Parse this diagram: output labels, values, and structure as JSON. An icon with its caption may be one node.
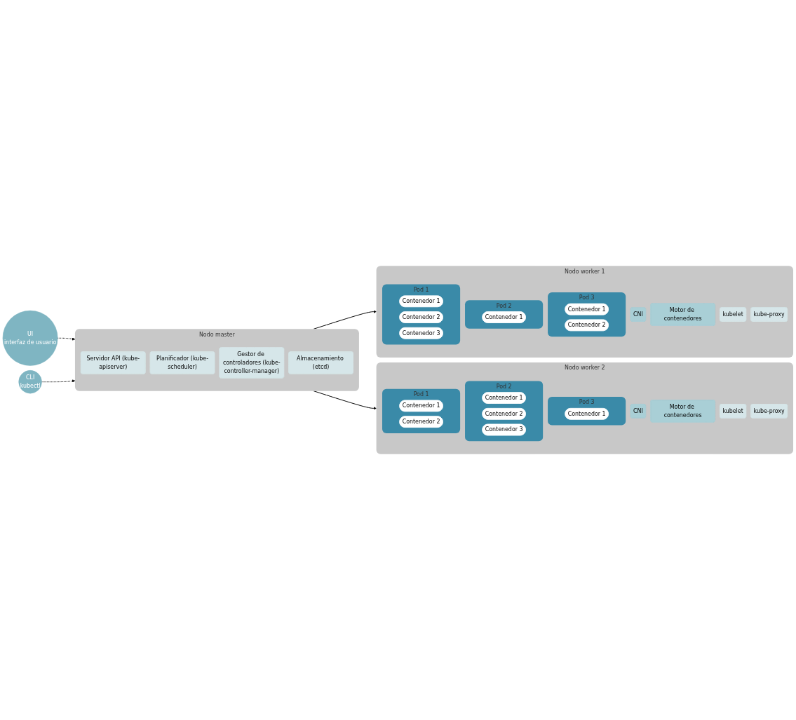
{
  "diagram": {
    "nodes": [
      {
        "text": [
          "Nodo worker 1"
        ]
      },
      {
        "text": [
          "Pod 1"
        ],
        "in": 0
      },
      {
        "text": [
          "Contenedor 1"
        ],
        "in": 1
      },
      {
        "text": [
          "Contenedor 2"
        ],
        "in": 1
      },
      {
        "text": [
          "Contenedor 3"
        ],
        "in": 1
      },
      {
        "text": [
          "Pod 2"
        ],
        "in": 0
      },
      {
        "text": [
          "Contenedor 1"
        ],
        "in": 5
      },
      {
        "text": [
          "Pod 3"
        ],
        "in": 0
      },
      {
        "text": [
          "Contenedor 1"
        ],
        "in": 7
      },
      {
        "text": [
          "Contenedor 2"
        ],
        "in": 7
      },
      {
        "text": [
          "CNI"
        ],
        "in": 0
      },
      {
        "text": [
          "Motor de contenedores"
        ],
        "in": 0
      },
      {
        "text": [
          "kubelet"
        ],
        "in": 0
      },
      {
        "text": [
          "kube-proxy"
        ],
        "in": 0
      },
      {
        "text": [
          "Nodo master"
        ]
      },
      {
        "text": [
          "Servidor API (kube-apiserver)"
        ],
        "in": 14
      },
      {
        "text": [
          "Planificador (kube-scheduler)"
        ],
        "in": 14
      },
      {
        "text": [
          "Gestor de controladores (kube-controller-manager)"
        ],
        "in": 14
      },
      {
        "text": [
          "Almacenamiento (etcd)"
        ],
        "in": 14
      },
      {
        "text": [
          "UI",
          "interfaz de usuario"
        ]
      },
      {
        "text": [
          "CLI",
          "kubectl"
        ]
      },
      {
        "text": [
          "Nodo worker 2"
        ]
      },
      {
        "text": [
          "Pod 1"
        ],
        "in": 21
      },
      {
        "text": [
          "Contenedor 1"
        ],
        "in": 22
      },
      {
        "text": [
          "Contenedor 2"
        ],
        "in": 22
      },
      {
        "text": [
          "Pod 2"
        ],
        "in": 21
      },
      {
        "text": [
          "Contenedor 1"
        ],
        "in": 25
      },
      {
        "text": [
          "Contenedor 2"
        ],
        "in": 25
      },
      {
        "text": [
          "Contenedor 3"
        ],
        "in": 25
      },
      {
        "text": [
          "Pod 3"
        ],
        "in": 21
      },
      {
        "text": [
          "Contenedor 1"
        ],
        "in": 29
      },
      {
        "text": [
          "CNI"
        ],
        "in": 21
      },
      {
        "text": [
          "Motor de contenedores"
        ],
        "in": 21
      },
      {
        "text": [
          "kubelet"
        ],
        "in": 21
      },
      {
        "text": [
          "kube-proxy"
        ],
        "in": 21
      }
    ],
    "edges": [
      {
        "from": 19,
        "to": 14,
        "arrow": "to",
        "style": "dashed"
      },
      {
        "from": 20,
        "to": 14,
        "arrow": "to",
        "style": "dashed"
      },
      {
        "from": 14,
        "to": 0,
        "arrow": "to"
      },
      {
        "from": 14,
        "to": 21,
        "arrow": "to"
      }
    ]
  }
}
